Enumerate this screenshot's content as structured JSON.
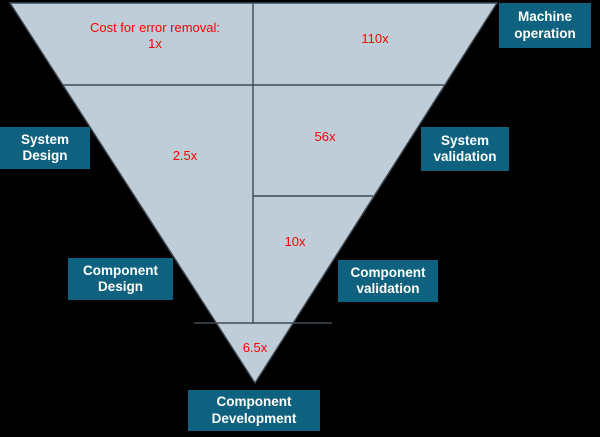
{
  "diagram": {
    "title": "V-model cost for error removal",
    "background_color": "#000000",
    "triangle_fill": "#BFCDD8",
    "triangle_stroke": "#3F4A52",
    "box_color": "#0E6280",
    "box_text_color": "#FFFFFF",
    "cost_text_color": "#FF0000"
  },
  "cost_labels": [
    {
      "id": "cost-left-top",
      "text": "Cost for error removal:\n1x"
    },
    {
      "id": "cost-right-top",
      "text": "110x"
    },
    {
      "id": "cost-left-middle",
      "text": "2.5x"
    },
    {
      "id": "cost-right-middle",
      "text": "56x"
    },
    {
      "id": "cost-right-lower",
      "text": "10x"
    },
    {
      "id": "cost-bottom",
      "text": "6.5x"
    }
  ],
  "stage_boxes": [
    {
      "id": "machine-operation",
      "text": "Machine\noperation"
    },
    {
      "id": "system-design",
      "text": "System\nDesign"
    },
    {
      "id": "system-validation",
      "text": "System\nvalidation"
    },
    {
      "id": "component-design",
      "text": "Component\nDesign"
    },
    {
      "id": "component-validation",
      "text": "Component\nvalidation"
    },
    {
      "id": "component-development",
      "text": "Component\nDevelopment"
    }
  ]
}
